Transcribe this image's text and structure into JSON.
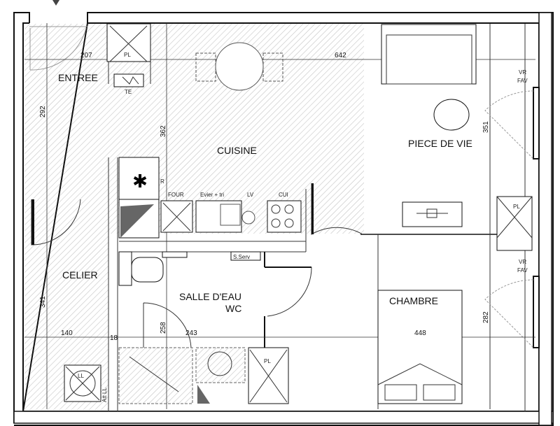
{
  "rooms": {
    "entree": "ENTREE",
    "cuisine": "CUISINE",
    "piece_de_vie": "PIECE DE VIE",
    "celier": "CELIER",
    "salle_deau": "SALLE D'EAU",
    "wc": "WC",
    "chambre": "CHAMBRE"
  },
  "dimensions": {
    "entree_width": "207",
    "entree_height": "292",
    "cuisine_height": "362",
    "sejour_width": "642",
    "sejour_height": "351",
    "celier_width": "140",
    "partition": "18",
    "celier_height": "341",
    "sde_height": "258",
    "sde_width": "243",
    "chambre_width": "448",
    "chambre_height": "282"
  },
  "equipment": {
    "pl": "PL",
    "te": "TE",
    "r": "R",
    "four": "FOUR",
    "evier": "Evier + tri",
    "lv": "LV",
    "cui": "CUI",
    "s_serv": "S.Serv",
    "ll": "LL",
    "att_ll": "Att LL",
    "vr": "VR",
    "fav": "FAV"
  },
  "colors": {
    "wall": "#111111",
    "hatch": "#bdbdbd"
  }
}
